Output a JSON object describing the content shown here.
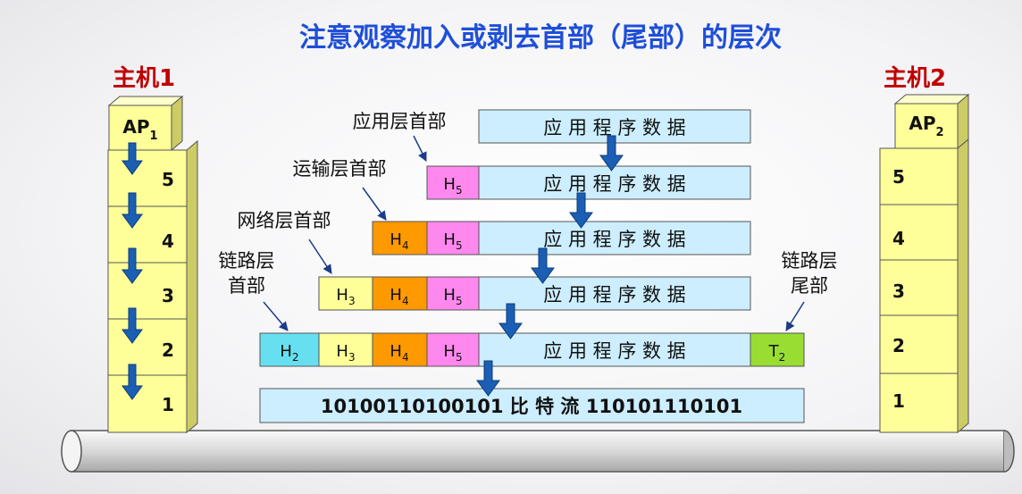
{
  "title": "注意观察加入或剥去首部（尾部）的层次",
  "host1": {
    "name": "主机",
    "num": "1",
    "ap": "AP",
    "ap_sub": "1",
    "layers": [
      "5",
      "4",
      "3",
      "2",
      "1"
    ]
  },
  "host2": {
    "name": "主机",
    "num": "2",
    "ap": "AP",
    "ap_sub": "2",
    "layers": [
      "5",
      "4",
      "3",
      "2",
      "1"
    ]
  },
  "labels": {
    "app_header": "应用层首部",
    "transport_header": "运输层首部",
    "network_header": "网络层首部",
    "link_header_1": "链路层",
    "link_header_2": "首部",
    "link_trailer_1": "链路层",
    "link_trailer_2": "尾部"
  },
  "app_data": "应 用 程 序 数 据",
  "headers": {
    "h2": {
      "letter": "H",
      "sub": "2"
    },
    "h3": {
      "letter": "H",
      "sub": "3"
    },
    "h4": {
      "letter": "H",
      "sub": "4"
    },
    "h5": {
      "letter": "H",
      "sub": "5"
    },
    "t2": {
      "letter": "T",
      "sub": "2"
    }
  },
  "bitstream": "10100110100101  比  特  流  110101110101",
  "colors": {
    "title": "#1f4fd8",
    "host_label": "#c00000",
    "box_yellow": "#ffff99",
    "data_blue": "#cceeff",
    "h2": "#66e0f0",
    "h3": "#ffff99",
    "h4": "#ff9900",
    "h5": "#ff88ee",
    "t2": "#99dd33",
    "arrow": "#1a5fb4"
  }
}
